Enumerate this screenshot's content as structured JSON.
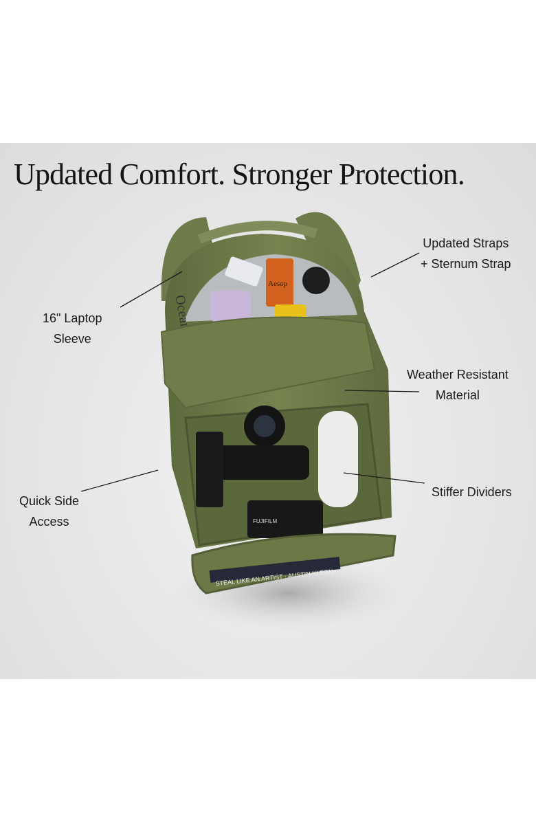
{
  "title": "Updated Comfort. Stronger Protection.",
  "callouts": {
    "straps": {
      "line1": "Updated Straps",
      "line2": "+ Sternum Strap"
    },
    "laptop": {
      "line1": "16\" Laptop",
      "line2": "Sleeve"
    },
    "weather": {
      "line1": "Weather Resistant",
      "line2": "Material"
    },
    "side": {
      "line1": "Quick Side",
      "line2": "Access"
    },
    "dividers": {
      "line1": "Stiffer Dividers"
    }
  },
  "product_lettering": {
    "book": "STEAL LIKE AN ARTIST · AUSTIN KLEON",
    "bottle": "Aesop",
    "camera": "FUJIFILM",
    "magazine": "Ocean"
  },
  "colors": {
    "background": "#e4e4e4",
    "bag_green": "#6f7b4a",
    "bag_dark": "#55603a",
    "text": "#1a1a1a"
  }
}
